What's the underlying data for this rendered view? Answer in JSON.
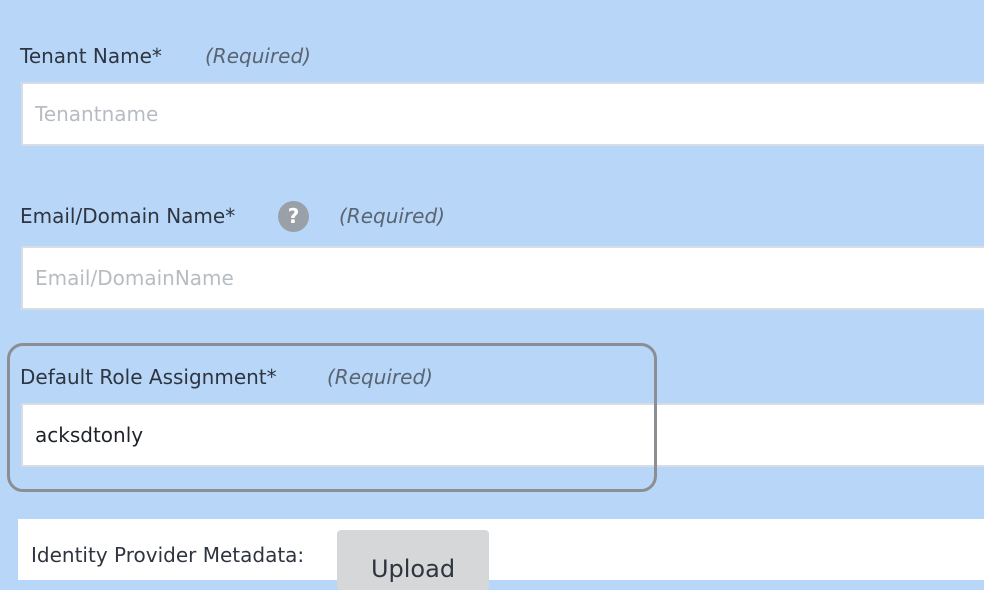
{
  "form": {
    "tenant": {
      "label": "Tenant Name*",
      "required": "(Required)",
      "placeholder": "Tenantname",
      "value": ""
    },
    "email": {
      "label": "Email/Domain Name*",
      "help_icon": "?",
      "required": "(Required)",
      "placeholder": "Email/DomainName",
      "value": ""
    },
    "role": {
      "label": "Default Role Assignment*",
      "required": "(Required)",
      "value": "acksdtonly"
    },
    "idp": {
      "label": "Identity Provider Metadata:",
      "button_label": "Upload"
    }
  }
}
